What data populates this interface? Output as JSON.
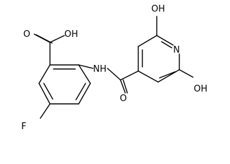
{
  "molecule": {
    "atom_labels": {
      "carboxyl_oh": "OH",
      "carboxyl_o": "O",
      "amide_nh": "NH",
      "amide_o": "O",
      "ring_n": "N",
      "oh_top": "OH",
      "oh_bottom": "OH",
      "fluorine": "F"
    }
  }
}
